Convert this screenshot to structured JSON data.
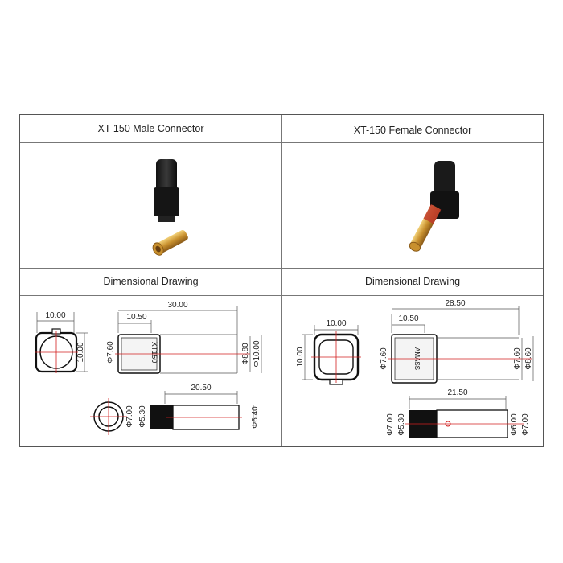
{
  "table": {
    "male_title": "XT-150 Male Connector",
    "female_title": "XT-150 Female Connector",
    "drawing_title_left": "Dimensional Drawing",
    "drawing_title_right": "Dimensional Drawing"
  },
  "male_drawing": {
    "front_width": "10.00",
    "front_height": "10.00",
    "side_length": "30.00",
    "side_offset": "10.50",
    "dia_body": "Φ7.60",
    "dia_a": "Φ8.80",
    "dia_b": "Φ10.00",
    "side_label": "XT150",
    "pin_length": "20.50",
    "pin_dia_a": "Φ7.00",
    "pin_dia_b": "Φ5.30",
    "pin_dia_c": "Φ6.40"
  },
  "female_drawing": {
    "front_width": "10.00",
    "front_height": "10.00",
    "side_length": "28.50",
    "side_offset": "10.50",
    "dia_body": "Φ7.60",
    "dia_a": "Φ7.60",
    "dia_b": "Φ8.60",
    "side_label": "AMASS",
    "pin_length": "21.50",
    "pin_dia_a": "Φ7.00",
    "pin_dia_b": "Φ5.30",
    "pin_dia_c": "Φ6.00",
    "pin_dia_d": "Φ7.00"
  }
}
